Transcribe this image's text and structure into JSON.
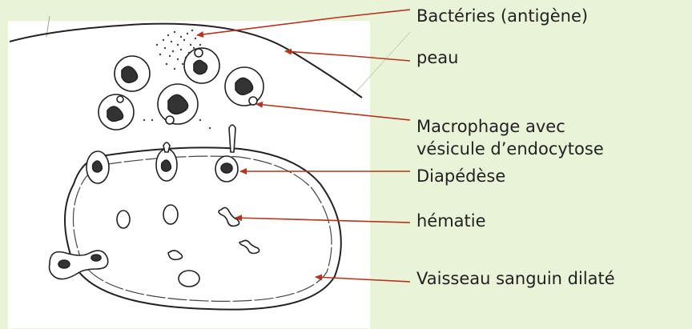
{
  "labels": {
    "bacteria": "Bactéries (antigène)",
    "skin": "peau",
    "macrophage_line1": "Macrophage avec",
    "macrophage_line2": "vésicule d’endocytose",
    "diapedesis": "Diapédèse",
    "red_cell": "hématie",
    "vessel": "Vaisseau sanguin dilaté"
  },
  "colors": {
    "background": "#e9f3d8",
    "arrow": "#b5331f",
    "ink": "#222222"
  }
}
